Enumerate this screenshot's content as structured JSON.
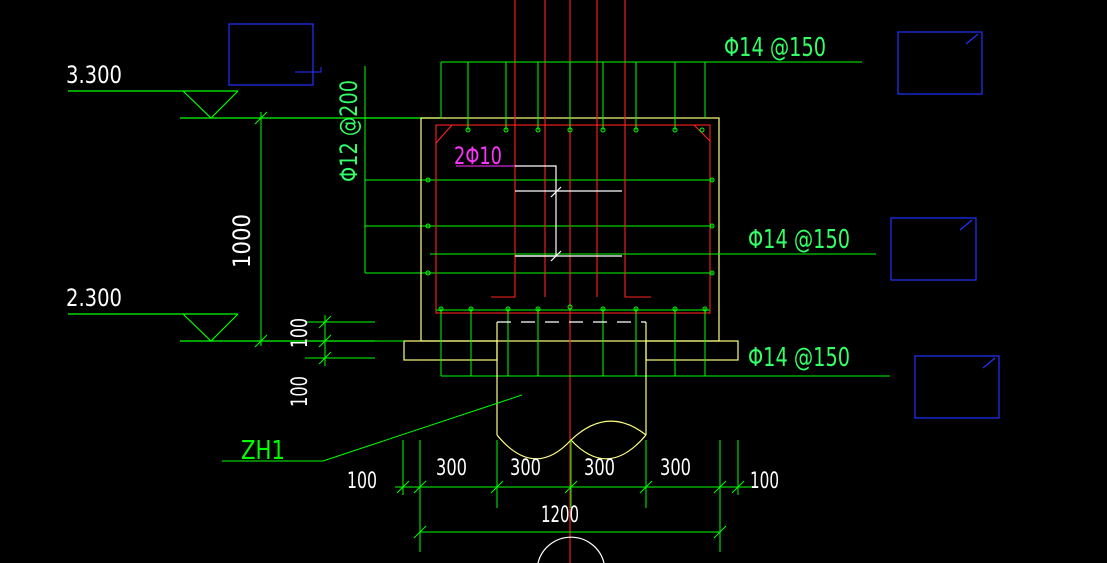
{
  "colors": {
    "background": "#000000",
    "green": "#00ff00",
    "yellow": "#ffff80",
    "red": "#ff0000",
    "blue": "#0000ff",
    "magenta": "#ff00ff",
    "white": "#ffffff",
    "light_green": "#33ff66"
  },
  "elevations": {
    "top": "3.300",
    "bottom": "2.300"
  },
  "rebar_labels": {
    "top": "Φ14 @150",
    "middle": "Φ14 @150",
    "bottom": "Φ14 @150",
    "vertical": "Φ12 @200",
    "stirrup": "2Φ10"
  },
  "pile_label": "ZH1",
  "dimensions": {
    "height": "1000",
    "slab_top": "100",
    "slab_bottom": "100",
    "width_left_edge": "100",
    "width_seg1": "300",
    "width_seg2": "300",
    "width_seg3": "300",
    "width_seg4": "300",
    "width_right_edge": "100",
    "width_total": "1200"
  }
}
